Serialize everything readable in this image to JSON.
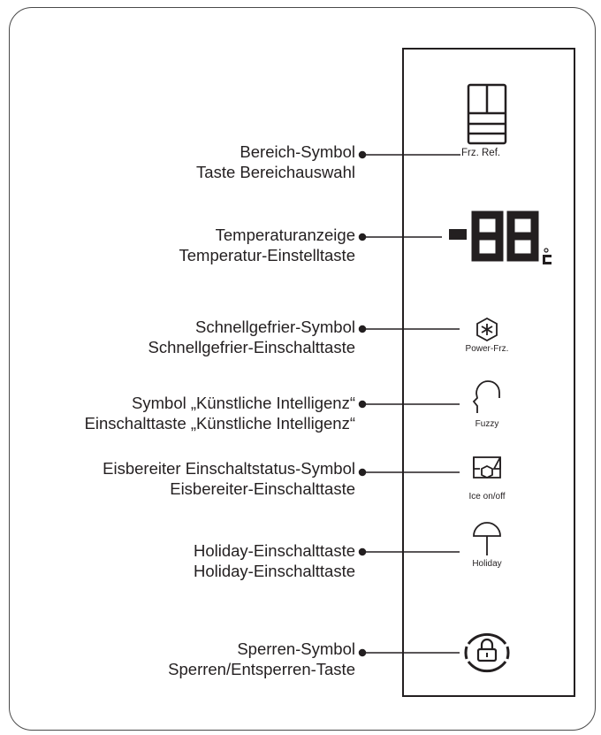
{
  "labels": [
    {
      "symbol": "Bereich-Symbol",
      "button": "Taste Bereichauswahl"
    },
    {
      "symbol": "Temperaturanzeige",
      "button": "Temperatur-Einstelltaste"
    },
    {
      "symbol": "Schnellgefrier-Symbol",
      "button": "Schnellgefrier-Einschalttaste"
    },
    {
      "symbol": "Symbol „Künstliche Intelligenz“",
      "button": "Einschalttaste „Künstliche Intelligenz“"
    },
    {
      "symbol": "Eisbereiter Einschaltstatus-Symbol",
      "button": "Eisbereiter-Einschalttaste"
    },
    {
      "symbol": "Holiday-Einschalttaste",
      "button": "Holiday-Einschalttaste"
    },
    {
      "symbol": "Sperren-Symbol",
      "button": "Sperren/Entsperren-Taste"
    }
  ],
  "panel": {
    "zone_label": "Frz.  Ref.",
    "power_frz": "Power-Frz.",
    "fuzzy": "Fuzzy",
    "ice": "Ice on/off",
    "holiday": "Holiday"
  }
}
